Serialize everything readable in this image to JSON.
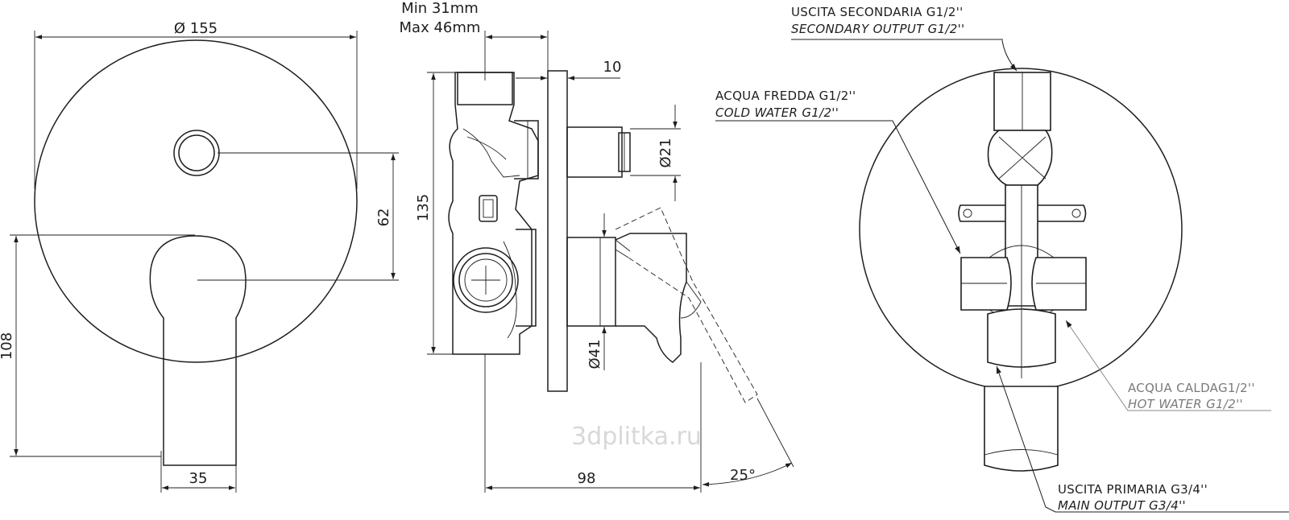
{
  "dimensions": {
    "diameter_plate": "155",
    "min_depth": "Min 31mm",
    "max_depth": "Max 46mm",
    "plate_thickness": "10",
    "spout_diameter": "21",
    "knob_offset": "62",
    "body_height": "135",
    "lever_height": "108",
    "lever_width": "35",
    "lever_base_diameter": "41",
    "projection": "98",
    "lever_angle": "25°",
    "diameter_symbol": "Ø"
  },
  "labels": {
    "secondary_it": "USCITA SECONDARIA G1/2''",
    "secondary_en": "SECONDARY OUTPUT G1/2''",
    "cold_it": "ACQUA FREDDA G1/2''",
    "cold_en": "COLD WATER G1/2''",
    "hot_it": "ACQUA CALDAG1/2''",
    "hot_en": "HOT WATER G1/2''",
    "main_it": "USCITA PRIMARIA G3/4''",
    "main_en": "MAIN OUTPUT G3/4''"
  },
  "watermark": "3dplitka.ru"
}
